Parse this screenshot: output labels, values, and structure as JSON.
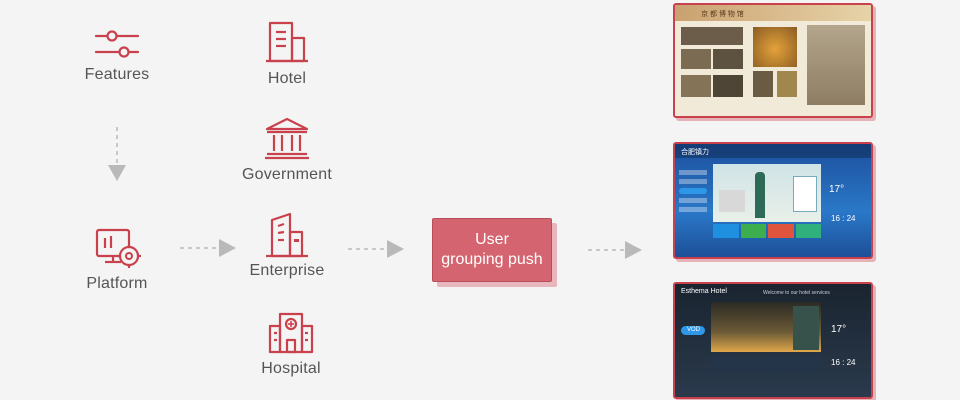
{
  "nodes": {
    "features": "Features",
    "platform": "Platform",
    "hotel": "Hotel",
    "government": "Government",
    "enterprise": "Enterprise",
    "hospital": "Hospital"
  },
  "push": {
    "line1": "User",
    "line2": "grouping push"
  },
  "screens": {
    "museum": {
      "header": "京 都 博 物 馆"
    },
    "tv": {
      "brand": "合肥镇力",
      "temp": "17°",
      "time": "16 : 24"
    },
    "hotel": {
      "brand": "Esthema Hotel",
      "welcome": "Welcome to our hotel services",
      "temp": "17°",
      "time": "16 : 24",
      "vod": "VOD"
    }
  },
  "colors": {
    "accent": "#c9414d",
    "button": "#d4646f",
    "arrow": "#b9b9b9"
  }
}
